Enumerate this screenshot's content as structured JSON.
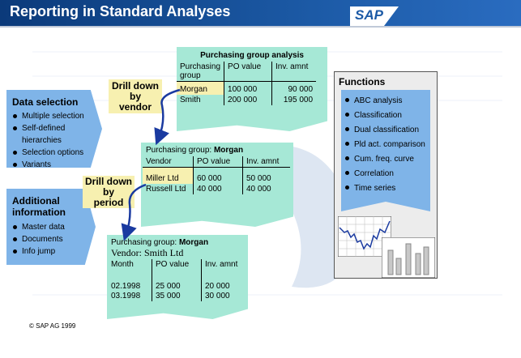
{
  "title": "Reporting in Standard Analyses",
  "logo": "SAP",
  "data_selection": {
    "heading": "Data selection",
    "items": [
      "Multiple selection",
      "Self-defined hierarchies",
      "Selection options",
      "Variants"
    ]
  },
  "additional_info": {
    "heading_line1": "Additional",
    "heading_line2": "information",
    "items": [
      "Master data",
      "Documents",
      "Info jump"
    ]
  },
  "drill_vendor": {
    "line1": "Drill down",
    "line2": "by",
    "line3": "vendor"
  },
  "drill_period": {
    "line1": "Drill down",
    "line2": "by",
    "line3": "period"
  },
  "purchasing_group_analysis": {
    "title": "Purchasing group analysis",
    "headers": [
      "Purchasing group",
      "PO value",
      "Inv. amnt"
    ],
    "rows": [
      [
        "Morgan",
        "100 000",
        "90 000"
      ],
      [
        "Smith",
        "200 000",
        "195 000"
      ]
    ]
  },
  "vendor_analysis": {
    "title_prefix": "Purchasing group: ",
    "title_value": "Morgan",
    "headers": [
      "Vendor",
      "PO value",
      "Inv. amnt"
    ],
    "rows": [
      [
        "Miller Ltd",
        "60 000",
        "50 000"
      ],
      [
        "Russell Ltd",
        "40 000",
        "40 000"
      ]
    ]
  },
  "period_analysis": {
    "title_prefix": "Purchasing group: ",
    "title_value": "Morgan",
    "vendor_line": "Vendor: Smith Ltd",
    "headers": [
      "Month",
      "PO value",
      "Inv. amnt"
    ],
    "rows": [
      [
        "02.1998",
        "25 000",
        "20 000"
      ],
      [
        "03.1998",
        "35 000",
        "30 000"
      ]
    ]
  },
  "functions": {
    "heading": "Functions",
    "items": [
      "ABC analysis",
      "Classification",
      "Dual classification",
      "Pld act. comparison",
      "Cum. freq. curve",
      "Correlation",
      "Time series"
    ]
  },
  "copyright": "© SAP AG 1999",
  "colors": {
    "title_bar": "#1c5aa6",
    "panel_blue": "#7fb4e8",
    "doc_green": "#a6e8d6",
    "drill_yellow": "#f7f0b0"
  }
}
